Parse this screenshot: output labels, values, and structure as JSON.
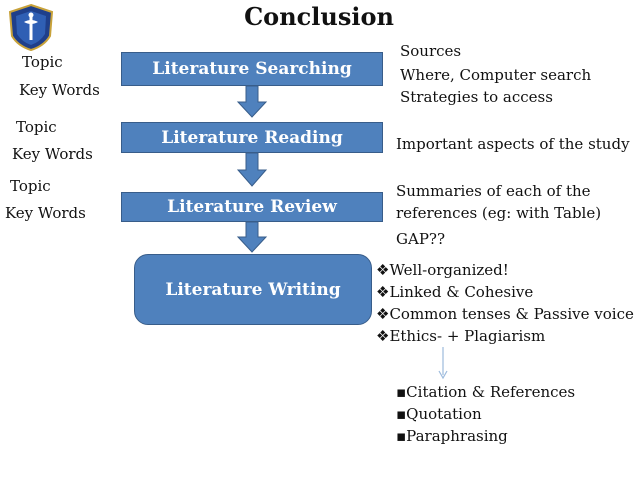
{
  "title": "Conclusion",
  "flow": {
    "boxes": [
      "Literature Searching",
      "Literature Reading",
      "Literature Review",
      "Literature Writing"
    ]
  },
  "left_labels": [
    {
      "topic": "Topic",
      "keywords": "Key Words"
    },
    {
      "topic": "Topic",
      "keywords": "Key Words"
    },
    {
      "topic": "Topic",
      "keywords": "Key Words"
    }
  ],
  "notes": {
    "searching": [
      "Sources",
      "Where, Computer search",
      "Strategies to access"
    ],
    "reading": [
      "Important aspects of the study"
    ],
    "review": [
      "Summaries of each of the",
      "references (eg: with Table)",
      "GAP??"
    ],
    "writing": [
      "Well-organized!",
      "Linked & Cohesive",
      "Common tenses & Passive voice",
      "Ethics- + Plagiarism"
    ],
    "sub": [
      "Citation & References",
      "Quotation",
      "Paraphrasing"
    ]
  },
  "colors": {
    "box_fill": "#4f81bd",
    "box_border": "#385d8a",
    "arrow_fill": "#4f81bd",
    "connector": "#9dbbdd"
  }
}
